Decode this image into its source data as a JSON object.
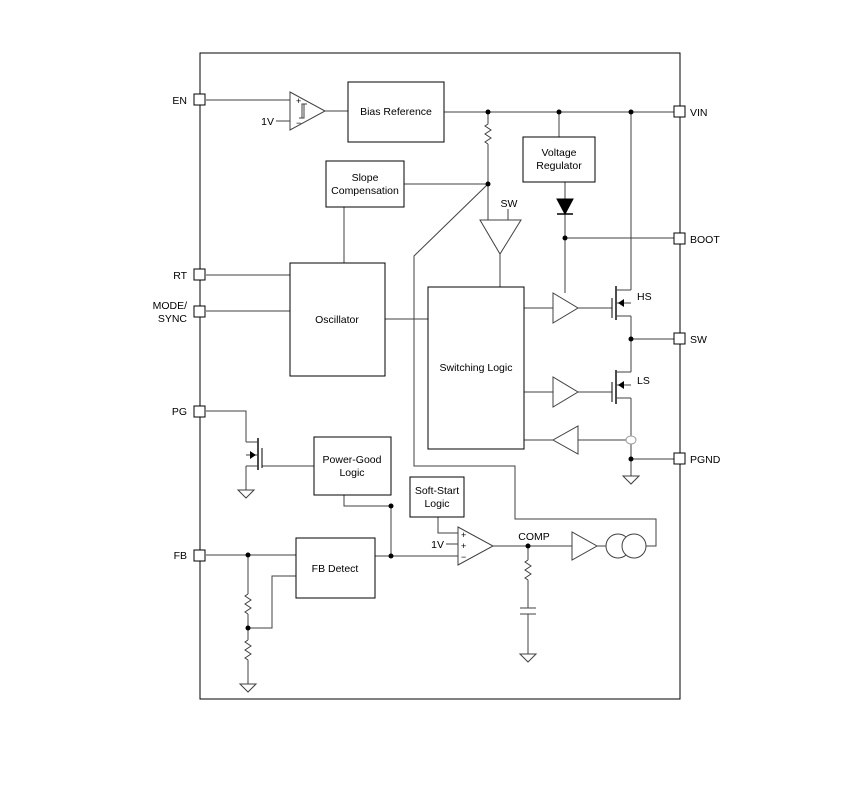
{
  "pins": {
    "en": "EN",
    "rt": "RT",
    "mode": "MODE/",
    "sync": "SYNC",
    "pg": "PG",
    "fb": "FB",
    "vin": "VIN",
    "boot": "BOOT",
    "sw": "SW",
    "pgnd": "PGND"
  },
  "blocks": {
    "bias_reference": "Bias Reference",
    "slope_comp_1": "Slope",
    "slope_comp_2": "Compensation",
    "voltage_reg_1": "Voltage",
    "voltage_reg_2": "Regulator",
    "oscillator": "Oscillator",
    "switching_logic": "Switching Logic",
    "power_good_1": "Power-Good",
    "power_good_2": "Logic",
    "soft_start_1": "Soft-Start",
    "soft_start_2": "Logic",
    "fb_detect": "FB Detect"
  },
  "labels": {
    "en_ref": "1V",
    "ea_ref": "1V",
    "sw_sense": "SW",
    "hs": "HS",
    "ls": "LS",
    "comp": "COMP",
    "plus": "+",
    "minus": "−"
  }
}
